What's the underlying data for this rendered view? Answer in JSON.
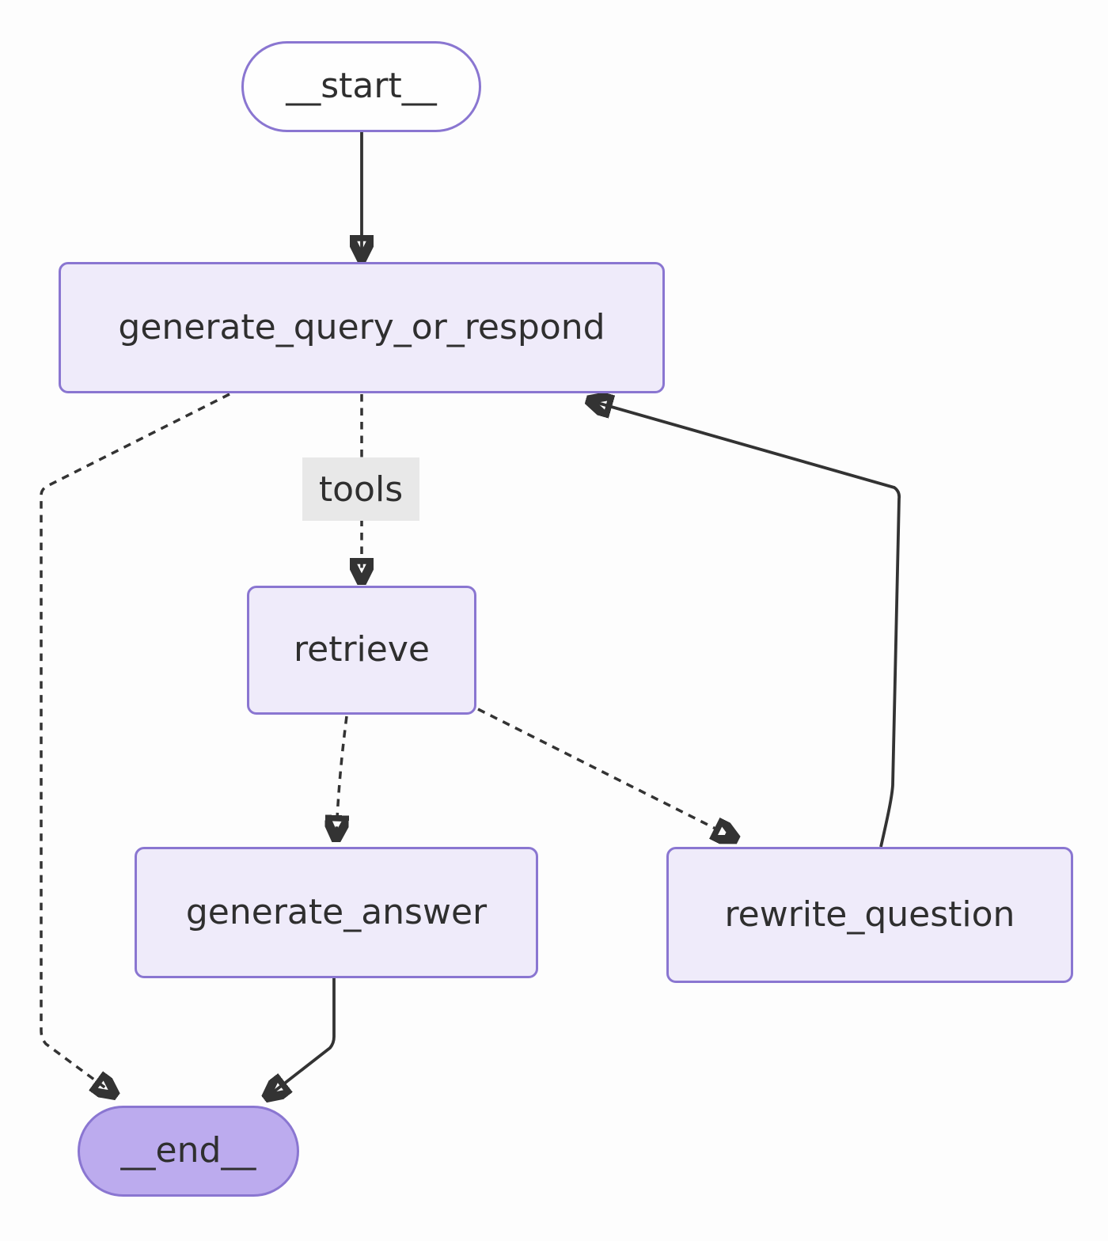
{
  "diagram": {
    "type": "flowchart",
    "direction": "top-down",
    "nodes": {
      "start": {
        "label": "__start__",
        "shape": "stadium"
      },
      "generate_query_or_respond": {
        "label": "generate_query_or_respond",
        "shape": "rect"
      },
      "retrieve": {
        "label": "retrieve",
        "shape": "rect"
      },
      "generate_answer": {
        "label": "generate_answer",
        "shape": "rect"
      },
      "rewrite_question": {
        "label": "rewrite_question",
        "shape": "rect"
      },
      "end": {
        "label": "__end__",
        "shape": "stadium"
      }
    },
    "edge_labels": {
      "tools": "tools"
    },
    "edges": [
      {
        "from": "__start__",
        "to": "generate_query_or_respond",
        "style": "solid",
        "label": ""
      },
      {
        "from": "generate_query_or_respond",
        "to": "retrieve",
        "style": "dotted",
        "label": "tools"
      },
      {
        "from": "generate_query_or_respond",
        "to": "__end__",
        "style": "dotted",
        "label": ""
      },
      {
        "from": "retrieve",
        "to": "generate_answer",
        "style": "dotted",
        "label": ""
      },
      {
        "from": "retrieve",
        "to": "rewrite_question",
        "style": "dotted",
        "label": ""
      },
      {
        "from": "rewrite_question",
        "to": "generate_query_or_respond",
        "style": "solid",
        "label": ""
      },
      {
        "from": "generate_answer",
        "to": "__end__",
        "style": "solid",
        "label": ""
      }
    ],
    "colors": {
      "background": "#fdfdfd",
      "node_fill": "#efebfa",
      "node_border": "#8a76d1",
      "start_fill": "#fefefe",
      "end_fill": "#bcabee",
      "edge_stroke": "#333333",
      "edge_label_bg": "#e8e8e8",
      "text": "#2f2f2f"
    }
  }
}
